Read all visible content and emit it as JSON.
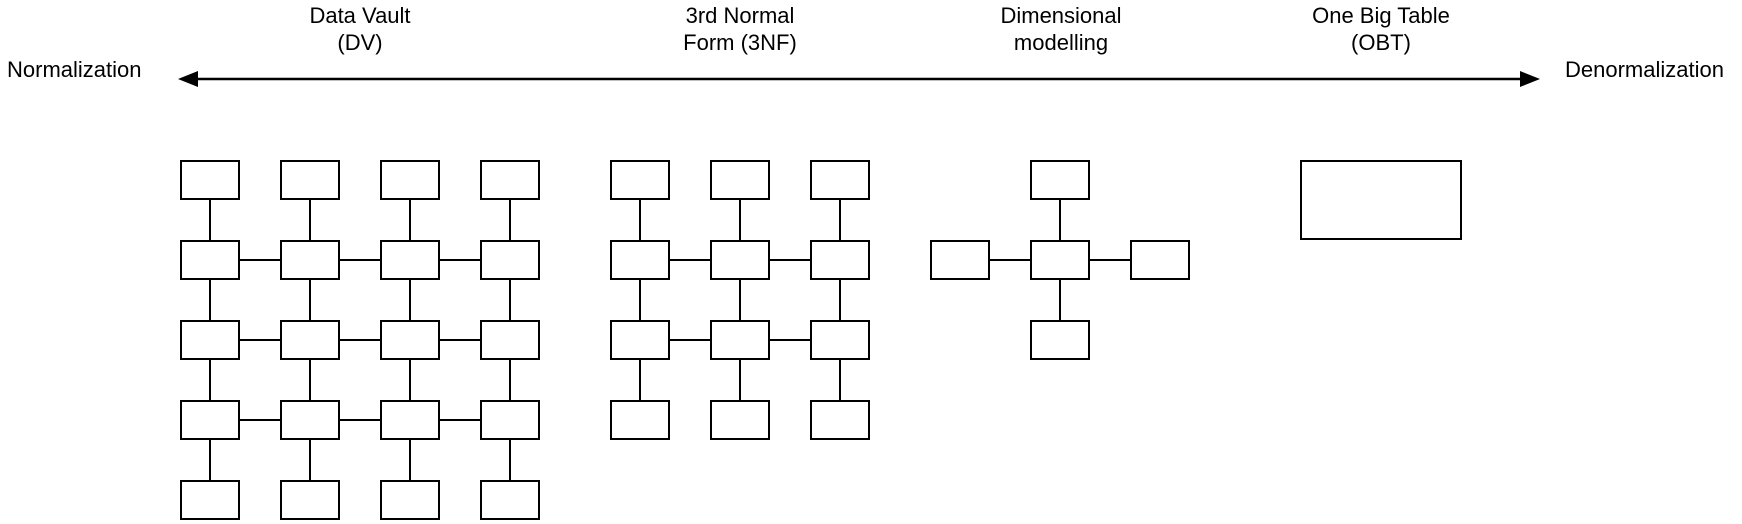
{
  "spectrum": {
    "left_label": "Normalization",
    "right_label": "Denormalization",
    "arrow_style": "double-headed"
  },
  "approaches": [
    {
      "id": "dv",
      "label_line1": "Data Vault",
      "label_line2": "(DV)",
      "diagram": {
        "type": "grid",
        "cols": 4,
        "rows": 5,
        "table_count": 20
      }
    },
    {
      "id": "3nf",
      "label_line1": "3rd Normal",
      "label_line2": "Form (3NF)",
      "diagram": {
        "type": "grid",
        "cols": 3,
        "rows": 4,
        "table_count": 12
      }
    },
    {
      "id": "dim",
      "label_line1": "Dimensional",
      "label_line2": "modelling",
      "diagram": {
        "type": "star",
        "fact_tables": 1,
        "dimension_tables": 4,
        "table_count": 5
      }
    },
    {
      "id": "obt",
      "label_line1": "One Big Table",
      "label_line2": "(OBT)",
      "diagram": {
        "type": "single",
        "table_count": 1
      }
    }
  ],
  "colors": {
    "stroke": "#000000",
    "box_fill": "#ffffff",
    "background": "#ffffff",
    "text": "#000000"
  }
}
